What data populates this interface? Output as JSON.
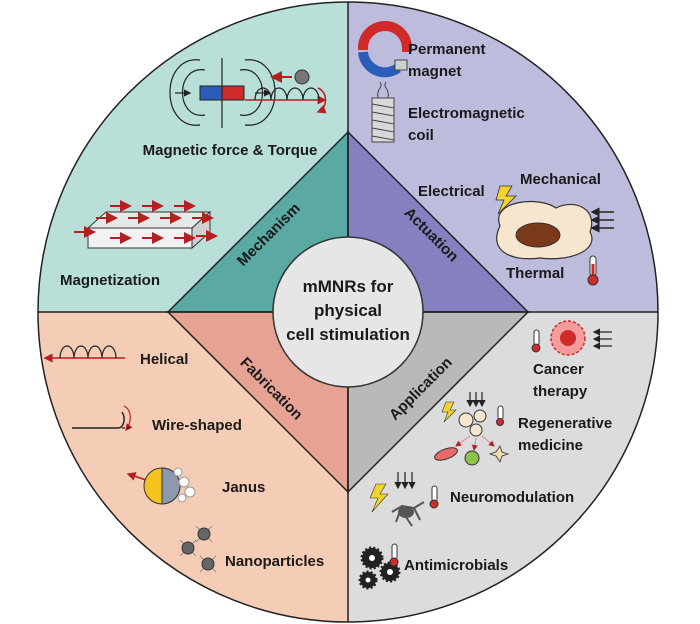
{
  "center": {
    "line1": "mMNRs for",
    "line2": "physical",
    "line3": "cell stimulation"
  },
  "quadrants": {
    "mechanism": {
      "title": "Mechanism",
      "items": {
        "force": "Magnetic force & Torque",
        "magnetization": "Magnetization"
      }
    },
    "actuation": {
      "title": "Actuation",
      "items": {
        "permanent_line1": "Permanent",
        "permanent_line2": "magnet",
        "coil_line1": "Electromagnetic",
        "coil_line2": "coil",
        "electrical": "Electrical",
        "mechanical": "Mechanical",
        "thermal": "Thermal"
      }
    },
    "fabrication": {
      "title": "Fabrication",
      "items": {
        "helical": "Helical",
        "wire": "Wire-shaped",
        "janus": "Janus",
        "nano": "Nanoparticles"
      }
    },
    "application": {
      "title": "Application",
      "items": {
        "cancer_line1": "Cancer",
        "cancer_line2": "therapy",
        "regen_line1": "Regenerative",
        "regen_line2": "medicine",
        "neuro": "Neuromodulation",
        "anti": "Antimicrobials"
      }
    }
  },
  "colors": {
    "mechanism_bg": "#b8dfd8",
    "mechanism_tri": "#5aa9a2",
    "actuation_bg": "#bdbcdc",
    "actuation_tri": "#8580bf",
    "fabrication_bg": "#f5cdb7",
    "fabrication_tri": "#e6a393",
    "application_bg": "#dcdcdc",
    "application_tri": "#b9b9b9",
    "arrow": "#b51f1f"
  }
}
